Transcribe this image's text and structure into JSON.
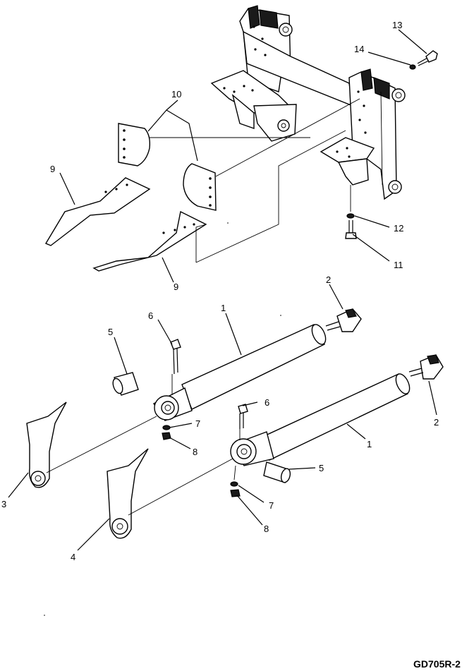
{
  "drawing_code": "GD705R-2",
  "callouts": [
    {
      "id": "c1a",
      "label": "1"
    },
    {
      "id": "c1b",
      "label": "1"
    },
    {
      "id": "c2a",
      "label": "2"
    },
    {
      "id": "c2b",
      "label": "2"
    },
    {
      "id": "c3",
      "label": "3"
    },
    {
      "id": "c4",
      "label": "4"
    },
    {
      "id": "c5a",
      "label": "5"
    },
    {
      "id": "c5b",
      "label": "5"
    },
    {
      "id": "c6a",
      "label": "6"
    },
    {
      "id": "c6b",
      "label": "6"
    },
    {
      "id": "c7a",
      "label": "7"
    },
    {
      "id": "c7b",
      "label": "7"
    },
    {
      "id": "c8a",
      "label": "8"
    },
    {
      "id": "c8b",
      "label": "8"
    },
    {
      "id": "c9a",
      "label": "9"
    },
    {
      "id": "c9b",
      "label": "9"
    },
    {
      "id": "c10",
      "label": "10"
    },
    {
      "id": "c11",
      "label": "11"
    },
    {
      "id": "c12",
      "label": "12"
    },
    {
      "id": "c13",
      "label": "13"
    },
    {
      "id": "c14",
      "label": "14"
    }
  ]
}
